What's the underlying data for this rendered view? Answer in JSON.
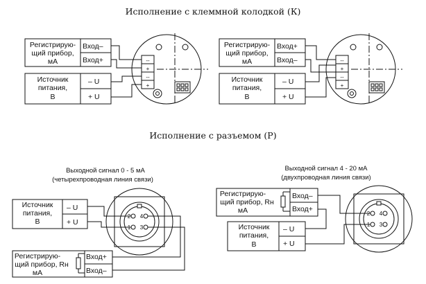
{
  "titles": {
    "terminal": "Исполнение с клеммной колодкой (К)",
    "connector": "Исполнение с разъемом  (Р)"
  },
  "devices": {
    "recorder_l1": "Регистрирую-",
    "recorder_l2": "щий прибор,",
    "recorder_l2_rh": "щий прибор, Rн",
    "recorder_l3": "мА",
    "source_l1": "Источник",
    "source_l2": "питания,",
    "source_l3": "В"
  },
  "ports": {
    "in_minus": "Вход–",
    "in_plus": "Вход+",
    "u_minus": "– U",
    "u_plus": "+ U"
  },
  "terminal_marks": {
    "minus": "--",
    "plus": "+"
  },
  "connector_pins": {
    "p2": "2",
    "p4": "4",
    "p1": "1",
    "p3": "3"
  },
  "signals": {
    "four_wire": "Выходной сигнал 0 - 5 мА",
    "four_wire_sub": "(четырехпроводная линия связи)",
    "two_wire": "Выходной сигнал 4 - 20 мА",
    "two_wire_sub": "(двухпроводная линия связи)"
  }
}
